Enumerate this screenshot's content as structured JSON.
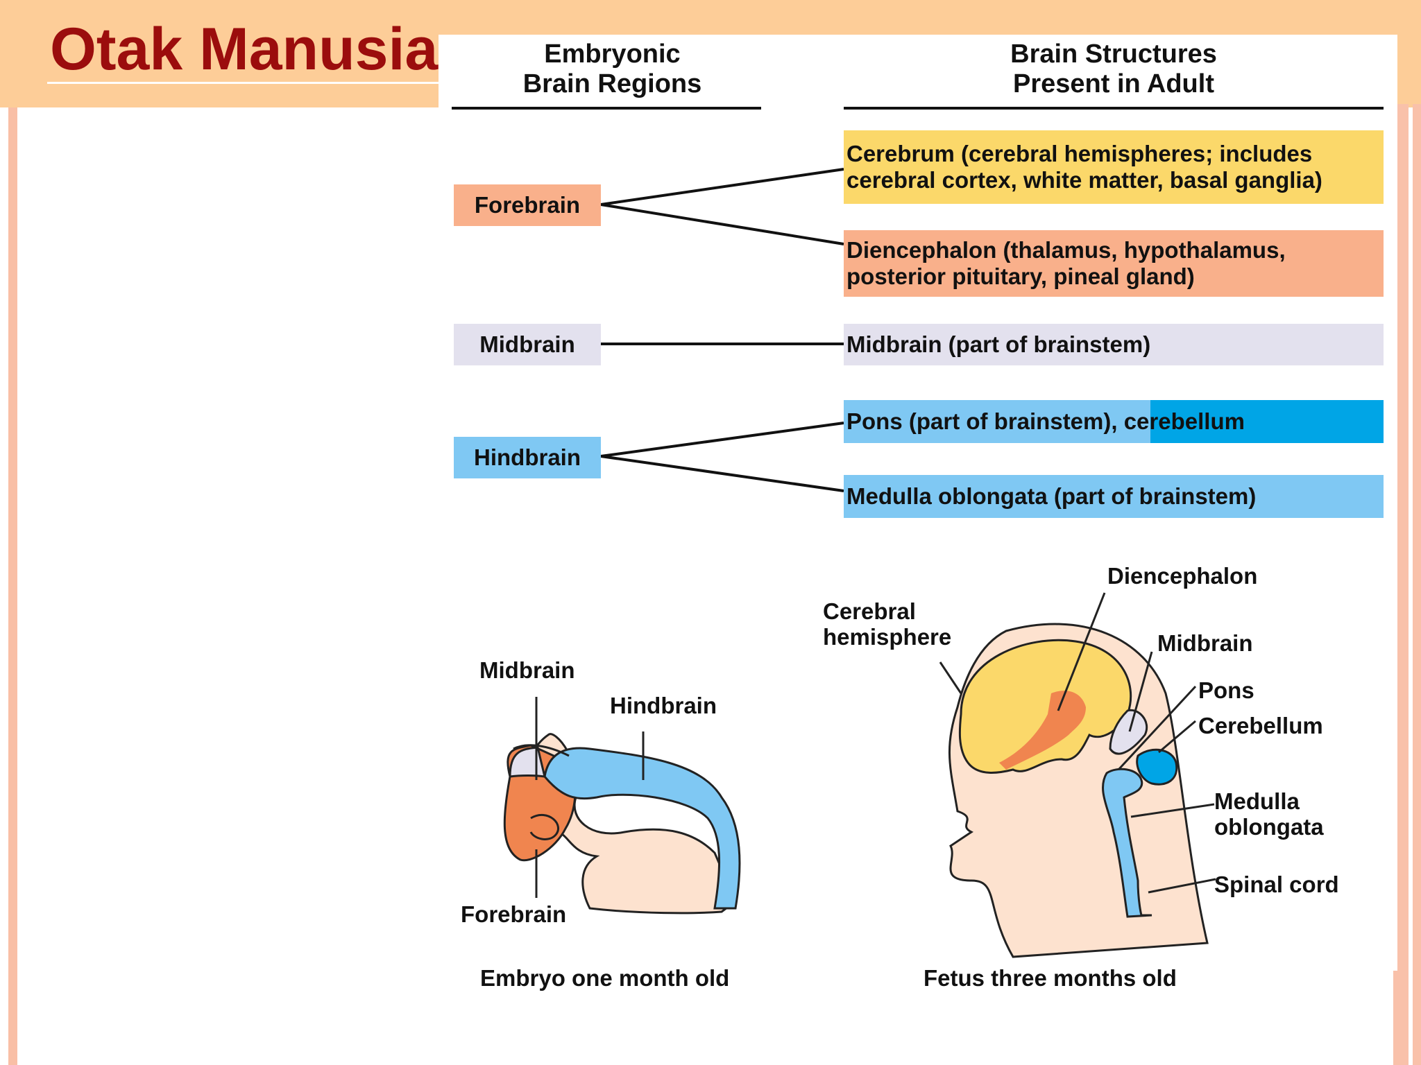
{
  "slide": {
    "title": "Otak Manusia"
  },
  "table": {
    "left_heading": "Embryonic\nBrain Regions",
    "right_heading": "Brain Structures\nPresent in Adult",
    "regions": {
      "forebrain": "Forebrain",
      "midbrain": "Midbrain",
      "hindbrain": "Hindbrain"
    },
    "structures": {
      "cerebrum": "Cerebrum (cerebral hemispheres; includes cerebral cortex, white matter, basal ganglia)",
      "diencephalon": "Diencephalon (thalamus, hypothalamus, posterior pituitary, pineal gland)",
      "midbrain": "Midbrain (part of brainstem)",
      "pons": "Pons (part of brainstem), cerebellum",
      "medulla": "Medulla oblongata (part of brainstem)"
    }
  },
  "embryo": {
    "labels": {
      "midbrain": "Midbrain",
      "hindbrain": "Hindbrain",
      "forebrain": "Forebrain"
    },
    "caption": "Embryo one month old"
  },
  "fetus": {
    "labels": {
      "diencephalon": "Diencephalon",
      "cerebral_hemisphere": "Cerebral\nhemisphere",
      "midbrain": "Midbrain",
      "pons": "Pons",
      "cerebellum": "Cerebellum",
      "medulla": "Medulla\noblongata",
      "spinal_cord": "Spinal cord"
    },
    "caption": "Fetus three months old"
  },
  "colors": {
    "header_band": "#fdcd98",
    "title": "#9b0d0d",
    "forebrain": "#f9b08b",
    "cerebrum": "#fbd86a",
    "midbrain": "#e3e1ee",
    "hindbrain": "#7fc8f3",
    "pons_cerebellum_accent": "#00a5e6"
  }
}
